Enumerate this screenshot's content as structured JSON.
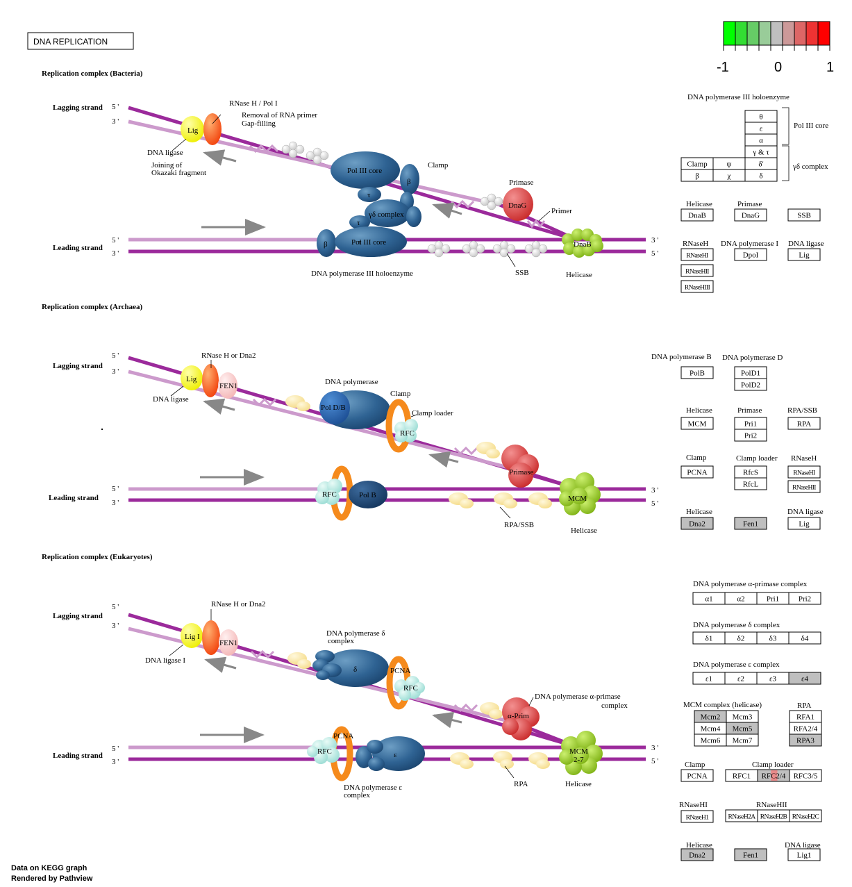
{
  "title": "DNA REPLICATION",
  "legend": {
    "colors": [
      "#00ff00",
      "#33dd33",
      "#66cc66",
      "#99cc99",
      "#bfbfbf",
      "#cc9999",
      "#dd6666",
      "#ee3333",
      "#ff0000"
    ],
    "min": "-1",
    "mid": "0",
    "max": "1"
  },
  "footer": {
    "line1": "Data on KEGG graph",
    "line2": "Rendered by Pathview"
  },
  "strands": {
    "lagging": "Lagging strand",
    "leading": "Leading strand",
    "p5": "5 '",
    "p3": "3 '"
  },
  "bacteria": {
    "heading": "Replication complex (Bacteria)",
    "labels": {
      "lig": "Lig",
      "dna_ligase": "DNA ligase",
      "joining1": "Joining of",
      "joining2": "Okazaki fragment",
      "rnase": "RNase H / Pol I",
      "removal": "Removal of RNA primer",
      "gap": "Gap-filling",
      "pol3core": "Pol III core",
      "pol3core2": "Pol III core",
      "clamp": "Clamp",
      "beta": "β",
      "beta2": "β",
      "tau": "τ",
      "tau2": "τ",
      "tau3": "τ",
      "gd": "γδ complex",
      "primase": "Primase",
      "dnag": "DnaG",
      "primer": "Primer",
      "dnab": "DnaB",
      "helicase": "Helicase",
      "ssb": "SSB",
      "holo": "DNA polymerase III holoenzyme"
    },
    "panel": {
      "holo_title": "DNA polymerase III holoenzyme",
      "core_label": "Pol III core",
      "gd_label": "γδ complex",
      "core": [
        "θ",
        "ε",
        "α"
      ],
      "gt": "γ & τ",
      "clamp": "Clamp",
      "psi": "ψ",
      "dprime": "δ'",
      "beta": "β",
      "chi": "χ",
      "delta": "δ",
      "cap_helicase": "Helicase",
      "cap_primase": "Primase",
      "dnab": "DnaB",
      "dnag": "DnaG",
      "ssb": "SSB",
      "cap_rnaseh": "RNaseH",
      "cap_dpol": "DNA polymerase I",
      "cap_lig": "DNA ligase",
      "rnaseh": [
        "RNaseHI",
        "RNaseHII",
        "RNaseHIII"
      ],
      "dpoi": "DpoI",
      "lig": "Lig"
    }
  },
  "archaea": {
    "heading": "Replication complex (Archaea)",
    "labels": {
      "lig": "Lig",
      "dna_ligase": "DNA ligase",
      "rnase": "RNase H or Dna2",
      "fen1": "FEN1",
      "dnapol": "DNA polymerase",
      "poldb": "Pol D/B",
      "clamp": "Clamp",
      "clamp_loader": "Clamp loader",
      "rfc": "RFC",
      "rfc2": "RFC",
      "primase": "Primase",
      "polb": "Pol B",
      "mcm": "MCM",
      "rpassb": "RPA/SSB",
      "helicase": "Helicase"
    },
    "panel": {
      "cap_polb": "DNA polymerase B",
      "cap_pold": "DNA polymerase D",
      "polb": "PolB",
      "pold": [
        "PolD1",
        "PolD2"
      ],
      "cap_helicase": "Helicase",
      "cap_primase": "Primase",
      "cap_rpa": "RPA/SSB",
      "mcm": "MCM",
      "pri": [
        "Pri1",
        "Pri2"
      ],
      "rpa": "RPA",
      "cap_clamp": "Clamp",
      "cap_loader": "Clamp loader",
      "cap_rnaseh": "RNaseH",
      "pcna": "PCNA",
      "rfc": [
        "RfcS",
        "RfcL"
      ],
      "rnaseh": [
        "RNaseHI",
        "RNaseHII"
      ],
      "cap_helicase2": "Helicase",
      "cap_lig": "DNA ligase",
      "dna2": "Dna2",
      "fen1": "Fen1",
      "lig": "Lig"
    }
  },
  "eukaryotes": {
    "heading": "Replication complex (Eukaryotes)",
    "labels": {
      "lig": "Lig I",
      "dna_ligase": "DNA ligase I",
      "rnase": "RNase H or Dna2",
      "fen1": "FEN1",
      "pold1": "DNA polymerase δ",
      "pold2": "complex",
      "delta": "δ",
      "pcna": "PCNA",
      "pcna2": "PCNA",
      "rfc": "RFC",
      "rfc2": "RFC",
      "aprim": "α-Prim",
      "apc1": "DNA polymerase α-primase",
      "apc2": "complex",
      "eps": "ε",
      "pole1": "DNA polymerase ε",
      "pole2": "complex",
      "mcm1": "MCM",
      "mcm2": "2-7",
      "rpa": "RPA",
      "helicase": "Helicase"
    },
    "panel": {
      "cap_alpha": "DNA polymerase α-primase complex",
      "alpha": [
        "α1",
        "α2",
        "Pri1",
        "Pri2"
      ],
      "cap_delta": "DNA polymerase δ complex",
      "delta": [
        "δ1",
        "δ2",
        "δ3",
        "δ4"
      ],
      "cap_eps": "DNA polymerase ε complex",
      "eps": [
        "ε1",
        "ε2",
        "ε3",
        "ε4"
      ],
      "cap_mcm": "MCM complex (helicase)",
      "mcm": [
        "Mcm2",
        "Mcm3",
        "Mcm4",
        "Mcm5",
        "Mcm6",
        "Mcm7"
      ],
      "cap_rpa": "RPA",
      "rpa": [
        "RFA1",
        "RFA2/4",
        "RPA3"
      ],
      "cap_clamp": "Clamp",
      "cap_loader": "Clamp loader",
      "pcna": "PCNA",
      "rfc": [
        "RFC1",
        "RFC2/4",
        "RFC3/5"
      ],
      "cap_h1": "RNaseHI",
      "cap_h2": "RNaseHII",
      "h1": "RNaseH1",
      "h2": [
        "RNaseH2A",
        "RNaseH2B",
        "RNaseH2C"
      ],
      "cap_helicase": "Helicase",
      "cap_lig": "DNA ligase",
      "dna2": "Dna2",
      "fen1": "Fen1",
      "lig": "Lig1"
    }
  }
}
